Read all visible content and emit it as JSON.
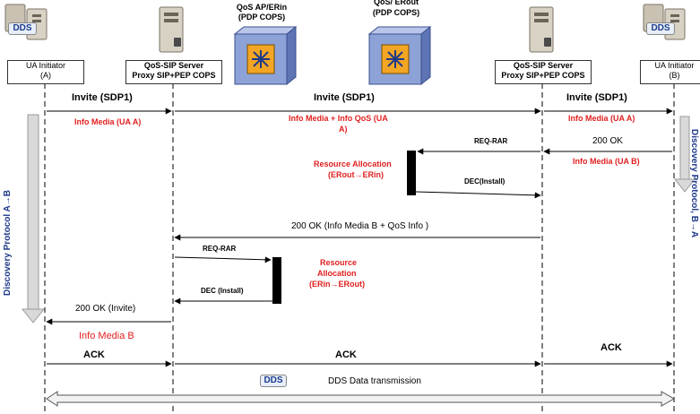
{
  "header": {
    "qos_ap_title": "QoS AP/ERin",
    "qos_ap_sub": "(PDP COPS)",
    "qos_erout_title": "QoS/ ERout",
    "qos_erout_sub": "(PDP COPS)",
    "ua_a_label1": "UA Initiator",
    "ua_a_label2": "(A)",
    "ua_b_label1": "UA Initiator",
    "ua_b_label2": "(B)",
    "server_a_label1": "QoS-SIP Server",
    "server_a_label2": "Proxy SIP+PEP COPS",
    "server_b_label1": "QoS-SIP Server",
    "server_b_label2": "Proxy SIP+PEP COPS",
    "dds_logo": "DDS"
  },
  "messages": {
    "invite_1": "Invite (SDP1)",
    "invite_2": "Invite (SDP1)",
    "invite_3": "Invite (SDP1)",
    "info_media_a1": "Info Media (UA A)",
    "info_media_qos_1": "Info Media + Info QoS (UA",
    "info_media_qos_2": "A)",
    "info_media_a3": "Info Media (UA A)",
    "req_rar_1": "REQ-RAR",
    "ok_200": "200 OK",
    "info_media_b": "Info Media (UA B)",
    "res_alloc_1a": "Resource Allocation",
    "res_alloc_1b": "(ERout→ERin)",
    "dec_install_1": "DEC(Install)",
    "ok_200_qos": "200 OK (Info Media B  + QoS Info )",
    "req_rar_2": "REQ-RAR",
    "res_alloc_2a": "Resource",
    "res_alloc_2b": "Allocation",
    "res_alloc_2c": "(ERin→ERout)",
    "dec_install_2": "DEC (Install)",
    "ok_200_invite": "200 OK (Invite)",
    "info_media_b2": "Info Media B",
    "ack_1": "ACK",
    "ack_2": "ACK",
    "ack_3": "ACK",
    "dds_transmission": "DDS Data transmission"
  },
  "side": {
    "discovery_a_b": "Discovery Protocol A→B",
    "discovery_b_a": "Discovery Protocol, B→A"
  },
  "colors": {
    "red": "#e02020",
    "blue_text": "#1f3a8a",
    "arrow_fill": "#d9d9d9"
  }
}
